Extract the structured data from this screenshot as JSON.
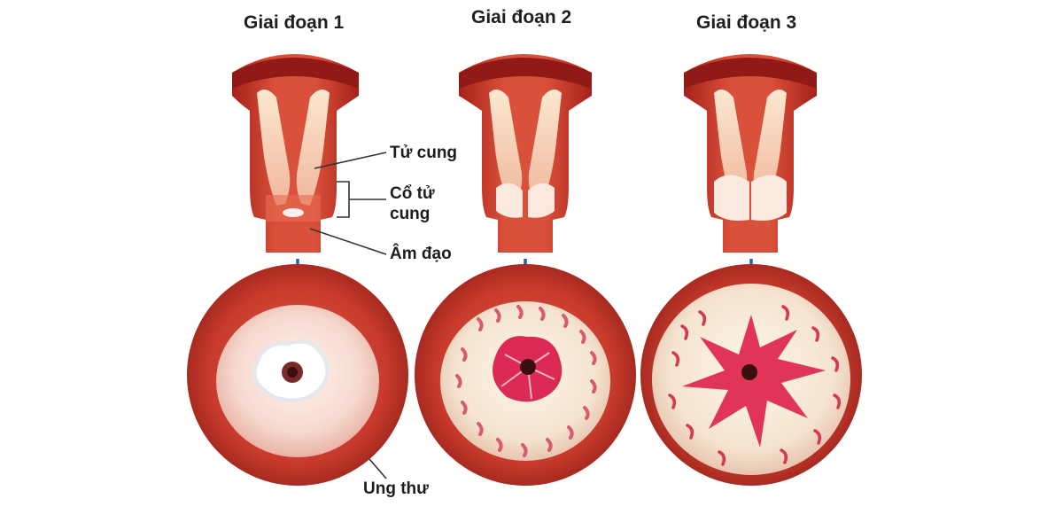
{
  "stages": [
    {
      "title": "Giai đoạn 1"
    },
    {
      "title": "Giai đoạn 2"
    },
    {
      "title": "Giai đoạn 3"
    }
  ],
  "labels": {
    "uterus": "Tử cung",
    "cervix_line1": "Cổ tử",
    "cervix_line2": "cung",
    "vagina": "Âm đạo",
    "cancer": "Ung thư"
  },
  "colors": {
    "tissue_dark": "#b8241d",
    "tissue": "#d4452f",
    "tissue_light": "#e77b63",
    "inner_cavity": "#f6d4b3",
    "disc_outer": "#c73a2c",
    "disc_face": "#f4dfcf",
    "lesion": "#dc2a54",
    "arrow": "#2a5cb0",
    "text": "#1e1e1e"
  }
}
